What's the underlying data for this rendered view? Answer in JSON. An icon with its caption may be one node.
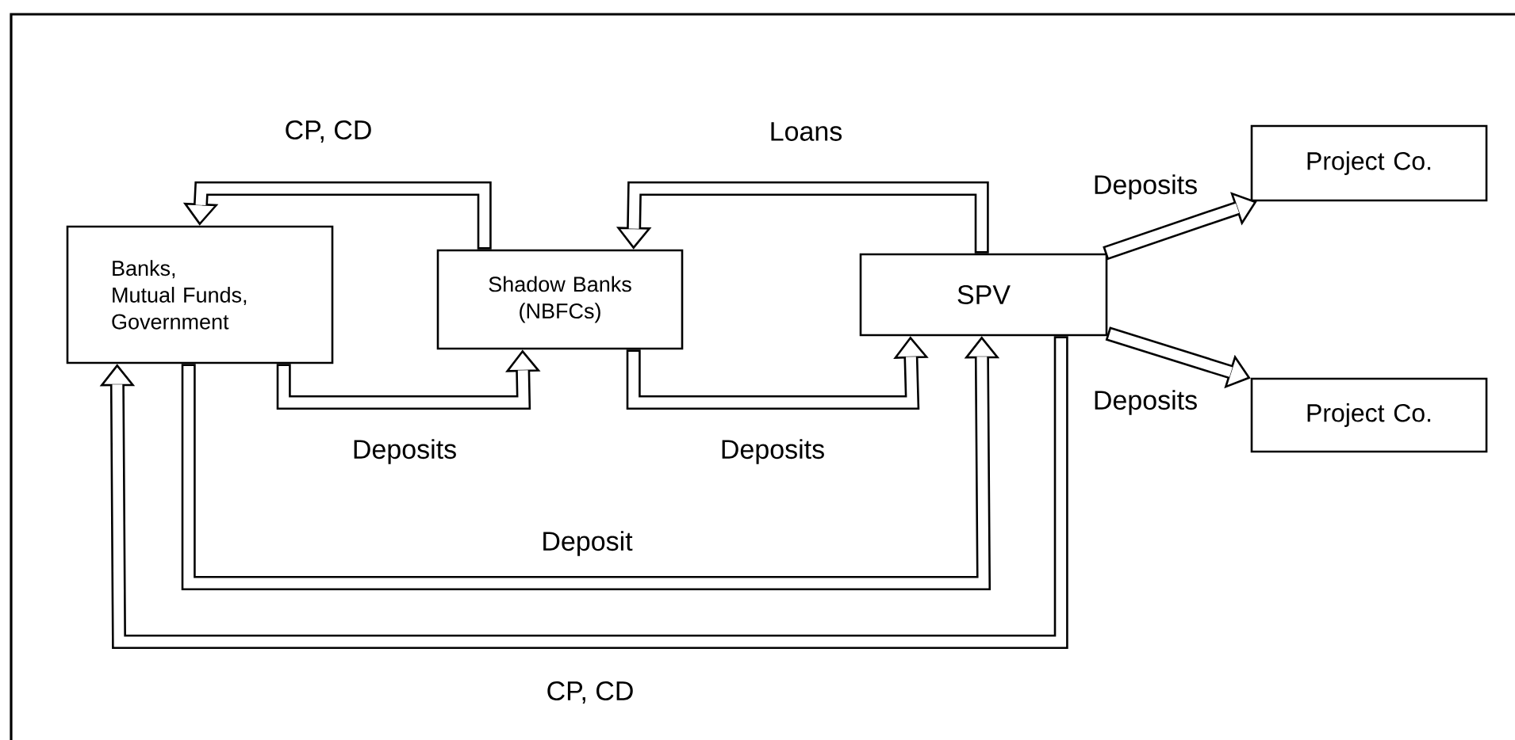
{
  "diagram": {
    "nodes": [
      {
        "text": [
          "Banks, Mutual Funds, Government"
        ]
      },
      {
        "text": [
          "Shadow Banks (NBFCs)"
        ]
      },
      {
        "text": [
          "SPV"
        ]
      },
      {
        "text": [
          "Project Co."
        ]
      },
      {
        "text": [
          "Project Co."
        ]
      }
    ],
    "edges": [
      {
        "from": 1,
        "to": 0,
        "arrow": "to",
        "label": "CP, CD"
      },
      {
        "from": 2,
        "to": 1,
        "arrow": "to",
        "label": "Loans"
      },
      {
        "from": 2,
        "to": 3,
        "arrow": "to",
        "label": "Deposits"
      },
      {
        "from": 0,
        "to": 1,
        "arrow": "to",
        "label": "Deposits"
      },
      {
        "from": 1,
        "to": 2,
        "arrow": "to",
        "label": "Deposits"
      },
      {
        "from": 2,
        "to": 4,
        "arrow": "to",
        "label": "Deposits"
      },
      {
        "from": 0,
        "to": 2,
        "arrow": "to",
        "label": "Deposit"
      },
      {
        "from": 2,
        "to": 0,
        "arrow": "to",
        "label": "CP, CD"
      }
    ]
  }
}
